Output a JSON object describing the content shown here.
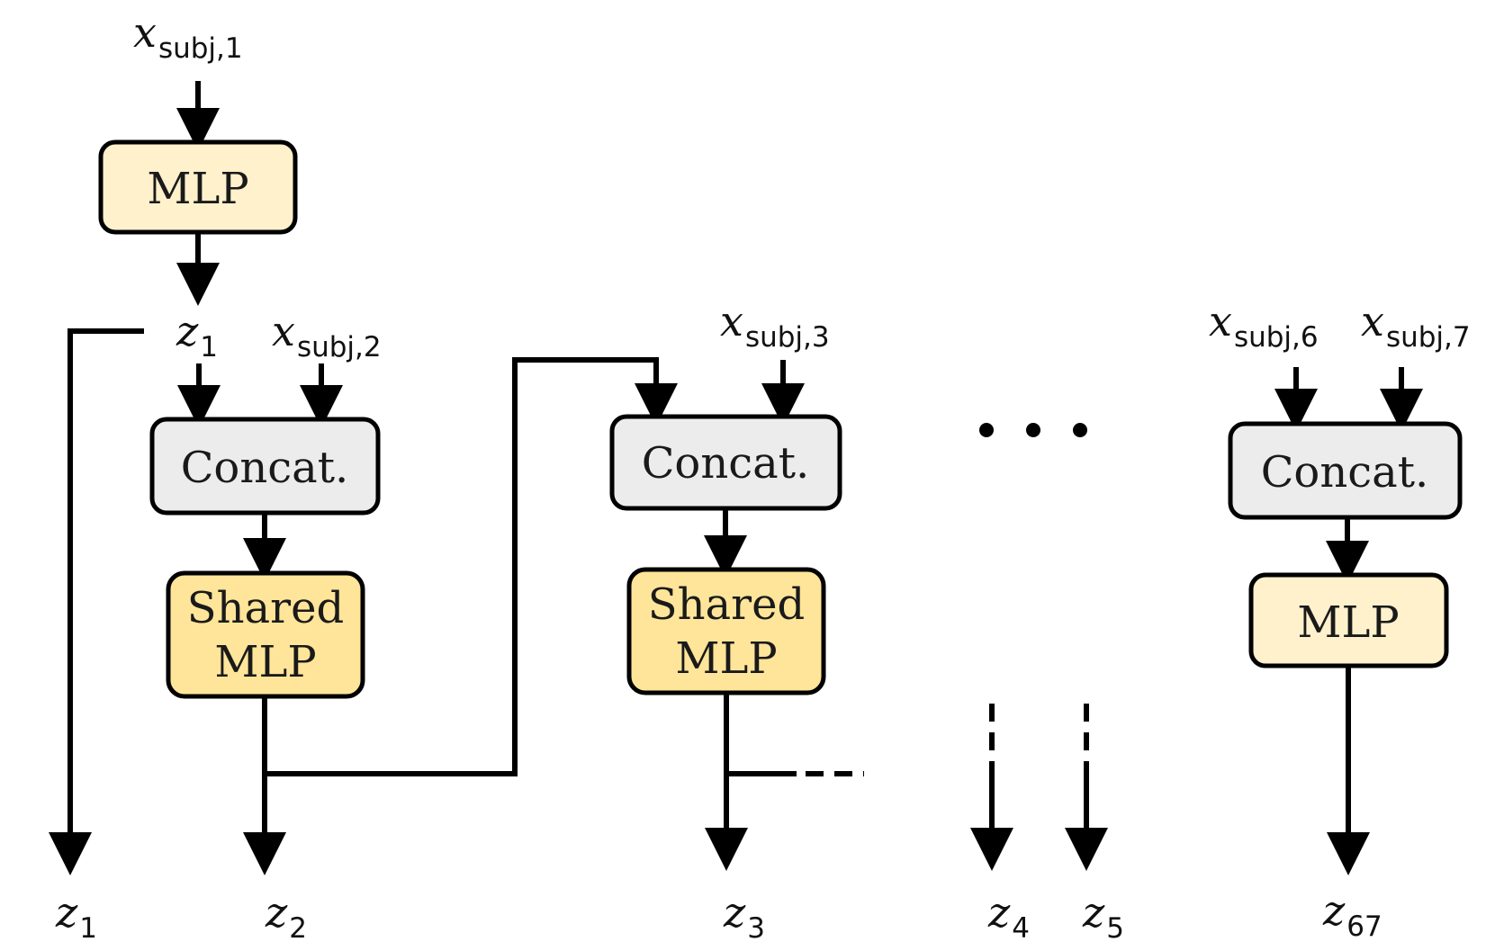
{
  "boxes": {
    "mlp_top": "MLP",
    "concat_1": "Concat.",
    "shared_1_line1": "Shared",
    "shared_1_line2": "MLP",
    "concat_2": "Concat.",
    "shared_2_line1": "Shared",
    "shared_2_line2": "MLP",
    "concat_3": "Concat.",
    "mlp_last": "MLP"
  },
  "inputs": {
    "x_symbol": "x",
    "subj_1": "subj,1",
    "subj_2": "subj,2",
    "subj_3": "subj,3",
    "subj_6": "subj,6",
    "subj_7": "subj,7"
  },
  "outputs": {
    "z_symbol": "z",
    "z1_index": "1",
    "z2_index": "2",
    "z3_index": "3",
    "z4_index": "4",
    "z5_index": "5",
    "z67_index": "67"
  },
  "ellipsis": "• • •"
}
